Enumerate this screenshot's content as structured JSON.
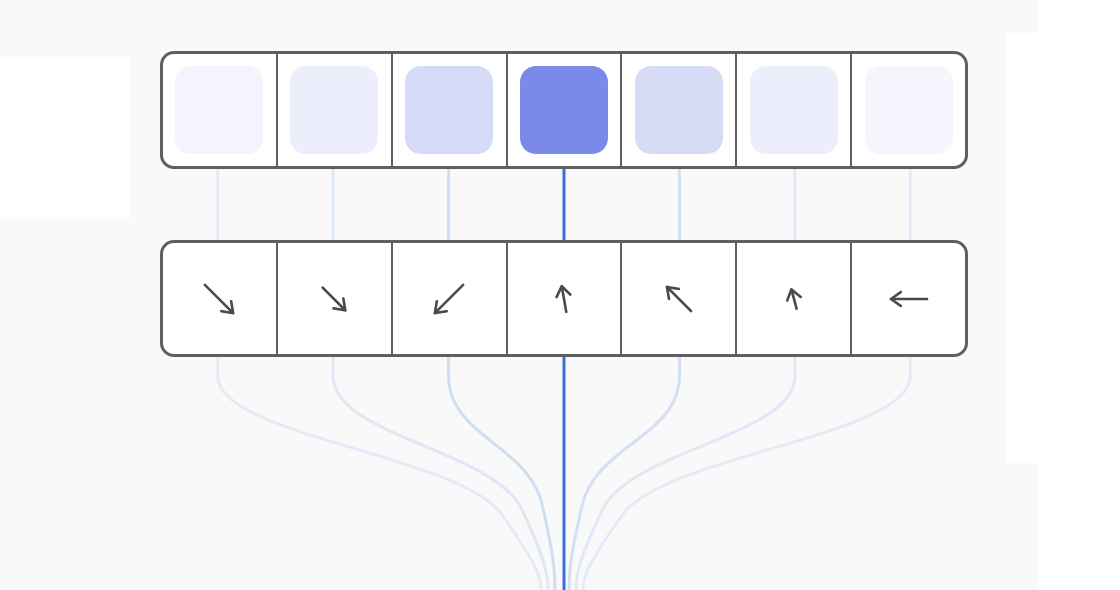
{
  "colors": {
    "background": "#f9f9fa",
    "border": "#5f5f5f",
    "accent": "#7b8ae8",
    "wire_strong": "#3b6fd8",
    "wire_light": "#c9d8f1",
    "arrow": "#4a4a4a"
  },
  "weights": [
    {
      "weight": 0.06,
      "color": "#f3f4fd"
    },
    {
      "weight": 0.12,
      "color": "#eceefc"
    },
    {
      "weight": 0.3,
      "color": "#d5daf7"
    },
    {
      "weight": 1.0,
      "color": "#7b8ae8"
    },
    {
      "weight": 0.28,
      "color": "#d6dbf6"
    },
    {
      "weight": 0.1,
      "color": "#eceefc"
    },
    {
      "weight": 0.04,
      "color": "#f4f5fd"
    }
  ],
  "vectors": [
    {
      "icon": "arrow-down-right-icon",
      "angle": -45,
      "length": 1.0
    },
    {
      "icon": "arrow-down-right-icon",
      "angle": -45,
      "length": 0.8
    },
    {
      "icon": "arrow-down-left-icon",
      "angle": -135,
      "length": 1.0
    },
    {
      "icon": "arrow-up-icon",
      "angle": 100,
      "length": 0.65
    },
    {
      "icon": "arrow-up-left-icon",
      "angle": 135,
      "length": 0.85
    },
    {
      "icon": "arrow-up-icon",
      "angle": 105,
      "length": 0.5
    },
    {
      "icon": "arrow-left-icon",
      "angle": 180,
      "length": 0.9
    }
  ],
  "highlight_index": 3
}
